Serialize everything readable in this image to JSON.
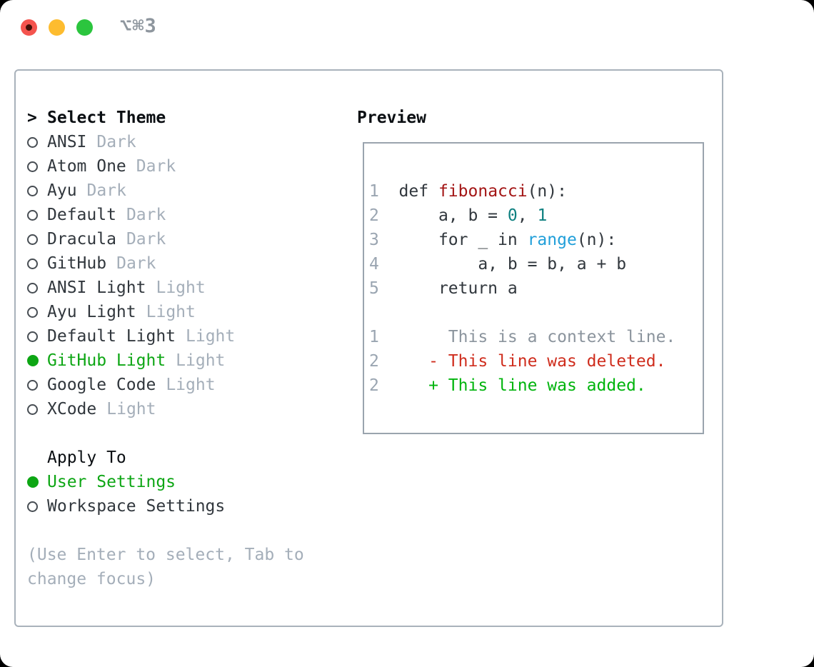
{
  "titlebar": {
    "shortcut": "⌥⌘3"
  },
  "theme_panel": {
    "title_prefix": ">",
    "title": "Select Theme",
    "items": [
      {
        "label": "ANSI",
        "suffix": "Dark",
        "selected": false
      },
      {
        "label": "Atom One",
        "suffix": "Dark",
        "selected": false
      },
      {
        "label": "Ayu",
        "suffix": "Dark",
        "selected": false
      },
      {
        "label": "Default",
        "suffix": "Dark",
        "selected": false
      },
      {
        "label": "Dracula",
        "suffix": "Dark",
        "selected": false
      },
      {
        "label": "GitHub",
        "suffix": "Dark",
        "selected": false
      },
      {
        "label": "ANSI Light",
        "suffix": "Light",
        "selected": false
      },
      {
        "label": "Ayu Light",
        "suffix": "Light",
        "selected": false
      },
      {
        "label": "Default Light",
        "suffix": "Light",
        "selected": false
      },
      {
        "label": "GitHub Light",
        "suffix": "Light",
        "selected": true
      },
      {
        "label": "Google Code",
        "suffix": "Light",
        "selected": false
      },
      {
        "label": "XCode",
        "suffix": "Light",
        "selected": false
      }
    ]
  },
  "apply_panel": {
    "title": "Apply To",
    "items": [
      {
        "label": "User Settings",
        "selected": true
      },
      {
        "label": "Workspace Settings",
        "selected": false
      }
    ]
  },
  "help_text": "(Use Enter to select, Tab to change focus)",
  "preview": {
    "title": "Preview",
    "lines": [
      {
        "num": "1",
        "segs": [
          [
            "  def ",
            "code"
          ],
          [
            "fibonacci",
            "func"
          ],
          [
            "(n):",
            "code"
          ]
        ]
      },
      {
        "num": "2",
        "segs": [
          [
            "      a, b = ",
            "code"
          ],
          [
            "0",
            "number"
          ],
          [
            ", ",
            "code"
          ],
          [
            "1",
            "number"
          ]
        ]
      },
      {
        "num": "3",
        "segs": [
          [
            "      for _ in ",
            "code"
          ],
          [
            "range",
            "builtin"
          ],
          [
            "(n):",
            "code"
          ]
        ]
      },
      {
        "num": "4",
        "segs": [
          [
            "          a, b = b, a + b",
            "code"
          ]
        ]
      },
      {
        "num": "5",
        "segs": [
          [
            "      return a",
            "code"
          ]
        ]
      },
      {
        "num": "",
        "segs": []
      },
      {
        "num": "1",
        "segs": [
          [
            "       This is a context line.",
            "context"
          ]
        ]
      },
      {
        "num": "2",
        "segs": [
          [
            "     ",
            "code"
          ],
          [
            "- This line was deleted.",
            "deleted"
          ]
        ]
      },
      {
        "num": "2",
        "segs": [
          [
            "     ",
            "code"
          ],
          [
            "+ This line was added.",
            "added"
          ]
        ]
      }
    ]
  },
  "colors": {
    "accent_green": "#0da614",
    "added_green": "#00b40d",
    "deleted_red": "#cf2d1d",
    "function_red": "#a31515",
    "number_teal": "#0e8080",
    "builtin_blue": "#219fd9",
    "text_dark": "#31373d",
    "title_black": "#0b0f13",
    "muted_gray": "#a4aeb9",
    "lineno_gray": "#9aa5b1",
    "context_gray": "#8b949d",
    "box_border": "#a9b2bb",
    "preview_border": "#9aa4ae",
    "traffic_red": "#f4544e",
    "traffic_yellow": "#fdbc2f",
    "traffic_green": "#2bc53e",
    "shortcut_gray": "#8e969e"
  }
}
